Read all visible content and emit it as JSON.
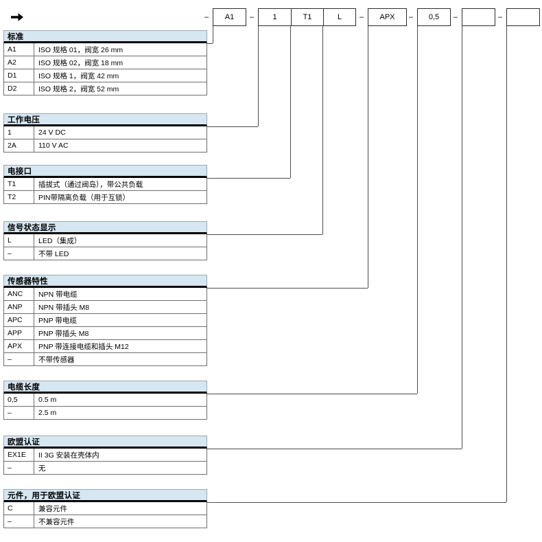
{
  "arrow": {
    "icon": "arrow-right-icon"
  },
  "order_code": {
    "groups": [
      {
        "cells": [
          "A1"
        ]
      },
      {
        "cells": [
          "1",
          "T1",
          "L"
        ]
      },
      {
        "cells": [
          "APX"
        ]
      },
      {
        "cells": [
          "0,5"
        ]
      },
      {
        "cells": [
          ""
        ]
      },
      {
        "cells": [
          ""
        ]
      }
    ],
    "separator": "–"
  },
  "sections": [
    {
      "title": "标准",
      "rows": [
        {
          "key": "A1",
          "value": "ISO 规格 01，阀宽 26 mm"
        },
        {
          "key": "A2",
          "value": "ISO 规格 02，阀宽 18 mm"
        },
        {
          "key": "D1",
          "value": "ISO 规格 1，阀宽 42 mm"
        },
        {
          "key": "D2",
          "value": "ISO 规格 2，阀宽 52 mm"
        }
      ]
    },
    {
      "title": "工作电压",
      "rows": [
        {
          "key": "1",
          "value": "24 V DC"
        },
        {
          "key": "2A",
          "value": "110 V AC"
        }
      ]
    },
    {
      "title": "电接口",
      "rows": [
        {
          "key": "T1",
          "value": "插拔式（通过阀岛），带公共负载"
        },
        {
          "key": "T2",
          "value": "PIN带隔离负载（用于互锁）"
        }
      ]
    },
    {
      "title": "信号状态显示",
      "rows": [
        {
          "key": "L",
          "value": "LED（集成）"
        },
        {
          "key": "–",
          "value": "不带 LED"
        }
      ]
    },
    {
      "title": "传感器特性",
      "rows": [
        {
          "key": "ANC",
          "value": "NPN 带电缆"
        },
        {
          "key": "ANP",
          "value": "NPN 带插头 M8"
        },
        {
          "key": "APC",
          "value": "PNP 带电缆"
        },
        {
          "key": "APP",
          "value": "PNP 带插头 M8"
        },
        {
          "key": "APX",
          "value": "PNP 带连接电缆和插头 M12"
        },
        {
          "key": "–",
          "value": "不带传感器"
        }
      ]
    },
    {
      "title": "电缆长度",
      "rows": [
        {
          "key": "0,5",
          "value": "0.5 m"
        },
        {
          "key": "–",
          "value": "2.5 m"
        }
      ]
    },
    {
      "title": "欧盟认证",
      "rows": [
        {
          "key": "EX1E",
          "value": "II 3G 安装在壳体内"
        },
        {
          "key": "–",
          "value": "无"
        }
      ]
    },
    {
      "title": "元件，用于欧盟认证",
      "rows": [
        {
          "key": "C",
          "value": "兼容元件"
        },
        {
          "key": "–",
          "value": "不兼容元件"
        }
      ]
    }
  ],
  "colors": {
    "header_bg": "#d6e7f2",
    "line": "#4a4a4a",
    "border": "#6e6e6e",
    "rule": "#000000"
  }
}
